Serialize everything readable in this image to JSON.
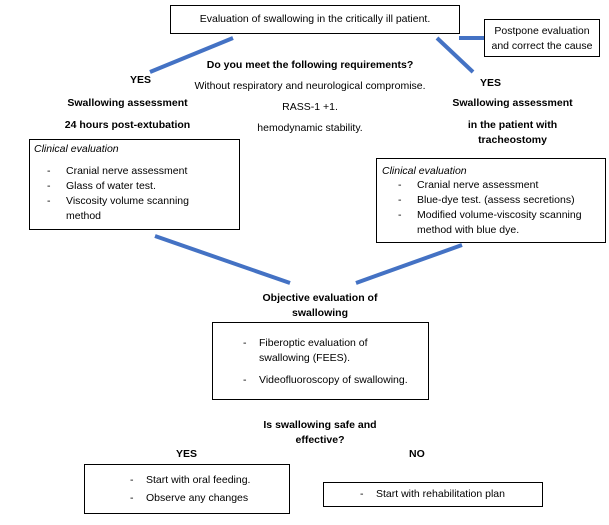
{
  "top": {
    "title": "Evaluation of swallowing in the critically ill patient."
  },
  "postpone": {
    "line1": "Postpone evaluation",
    "line2": "and correct the cause"
  },
  "requirements": {
    "question": "Do you meet the following requirements?",
    "items": [
      "Without respiratory and neurological compromise.",
      "RASS-1 +1.",
      "hemodynamic stability."
    ]
  },
  "left_branch": {
    "yes_label": "YES",
    "title_line1": "Swallowing assessment",
    "title_line2": "24 hours post-extubation",
    "clinical_title": "Clinical evaluation",
    "items": [
      "Cranial nerve assessment",
      "Glass of water test.",
      "Viscosity volume scanning",
      "method"
    ]
  },
  "right_branch": {
    "yes_label": "YES",
    "title_line1": "Swallowing assessment",
    "title_line2": "in the patient with",
    "title_line3": "tracheostomy",
    "clinical_title": "Clinical evaluation",
    "items": [
      "Cranial nerve assessment",
      "Blue-dye test. (assess secretions)",
      "Modified volume-viscosity scanning",
      "method with blue dye."
    ]
  },
  "objective": {
    "title_line1": "Objective evaluation of",
    "title_line2": "swallowing",
    "items": [
      "Fiberoptic evaluation of",
      "swallowing (FEES).",
      "Videofluoroscopy of swallowing."
    ]
  },
  "safe": {
    "question_line1": "Is swallowing safe and",
    "question_line2": "effective?",
    "yes_label": "YES",
    "no_label": "NO"
  },
  "yes_box": {
    "items": [
      "Start with oral feeding.",
      "Observe any changes"
    ]
  },
  "no_box": {
    "items": [
      "Start with rehabilitation plan"
    ]
  },
  "colors": {
    "connector": "#4472c4",
    "border": "#000000"
  }
}
